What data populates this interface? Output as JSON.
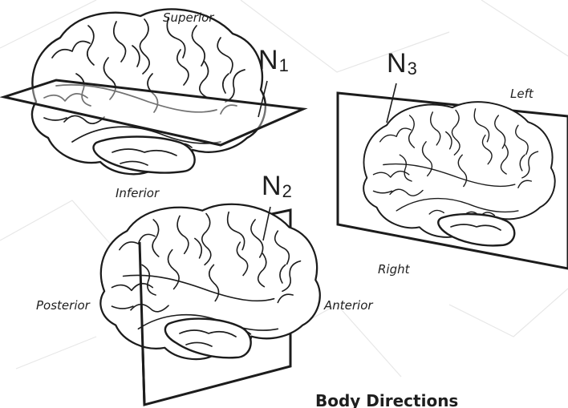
{
  "labels": {
    "superior": "Superior",
    "inferior": "Inferior",
    "posterior": "Posterior",
    "anterior": "Anterior",
    "left": "Left",
    "right": "Right"
  },
  "planes": {
    "n1": {
      "letter": "N",
      "sub": "1"
    },
    "n2": {
      "letter": "N",
      "sub": "2"
    },
    "n3": {
      "letter": "N",
      "sub": "3"
    }
  },
  "heading": "Body Directions"
}
